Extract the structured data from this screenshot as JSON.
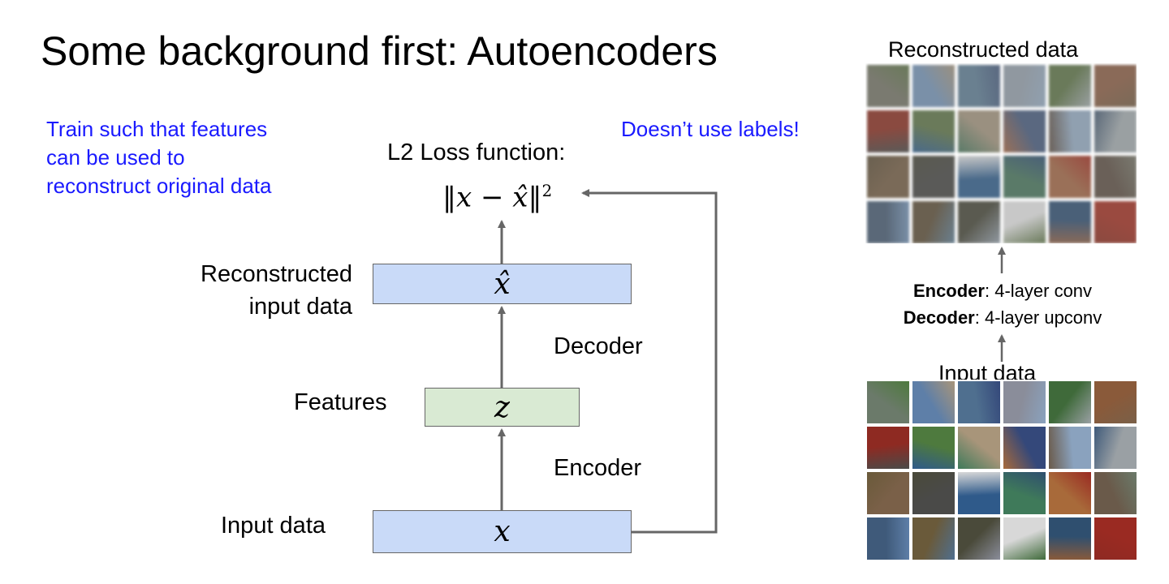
{
  "title": "Some background first: Autoencoders",
  "notes": {
    "left_lines": [
      "Train such that features",
      "can be used to",
      "reconstruct original data"
    ],
    "right": "Doesn’t use labels!",
    "color": "#1a1aff"
  },
  "loss": {
    "label": "L2 Loss function:",
    "formula_main": "‖x − x̂‖",
    "formula_exp": "2"
  },
  "boxes": {
    "reconstructed": {
      "symbol": "x̂",
      "color": "#c9daf8"
    },
    "features": {
      "symbol": "z",
      "color": "#d9ead3"
    },
    "input": {
      "symbol": "x",
      "color": "#c9daf8"
    }
  },
  "labels": {
    "reconstructed_lines": [
      "Reconstructed",
      "input data"
    ],
    "features": "Features",
    "input": "Input data",
    "decoder": "Decoder",
    "encoder": "Encoder"
  },
  "panel": {
    "reconstructed_title": "Reconstructed data",
    "input_title": "Input data",
    "encoder_bold": "Encoder",
    "encoder_rest": ": 4-layer conv",
    "decoder_bold": "Decoder",
    "decoder_rest": ": 4-layer upconv"
  },
  "image_grids": {
    "input_colors": [
      "#6b7a6a",
      "#5e7fa8",
      "#4f6f8f",
      "#8a8d9a",
      "#3f6a3a",
      "#8a5a3a",
      "#8e2a22",
      "#4e7a3e",
      "#a8957a",
      "#34487a",
      "#8aa2be",
      "#9aa0a4",
      "#7a6048",
      "#4a4a48",
      "#2f5a8a",
      "#3f7a5a",
      "#a86a3a",
      "#6a5a4a",
      "#3f5a7a",
      "#6a5a3a",
      "#4a4a3a",
      "#d8d8d8",
      "#2f4f6f",
      "#9a2a22"
    ],
    "recon_colors": [
      "#7a7a70",
      "#7a90a8",
      "#6a8090",
      "#9098a0",
      "#6a7a5a",
      "#8a6a58",
      "#8a4a40",
      "#6a7a5a",
      "#9a9080",
      "#5a6880",
      "#90a0b0",
      "#9aa0a2",
      "#7a6a58",
      "#5a5a58",
      "#4a6a8a",
      "#5a7a68",
      "#9a7058",
      "#6a6058",
      "#5a6878",
      "#6a6050",
      "#5a5a50",
      "#c8c8c8",
      "#4a6078",
      "#9a4a40"
    ]
  }
}
